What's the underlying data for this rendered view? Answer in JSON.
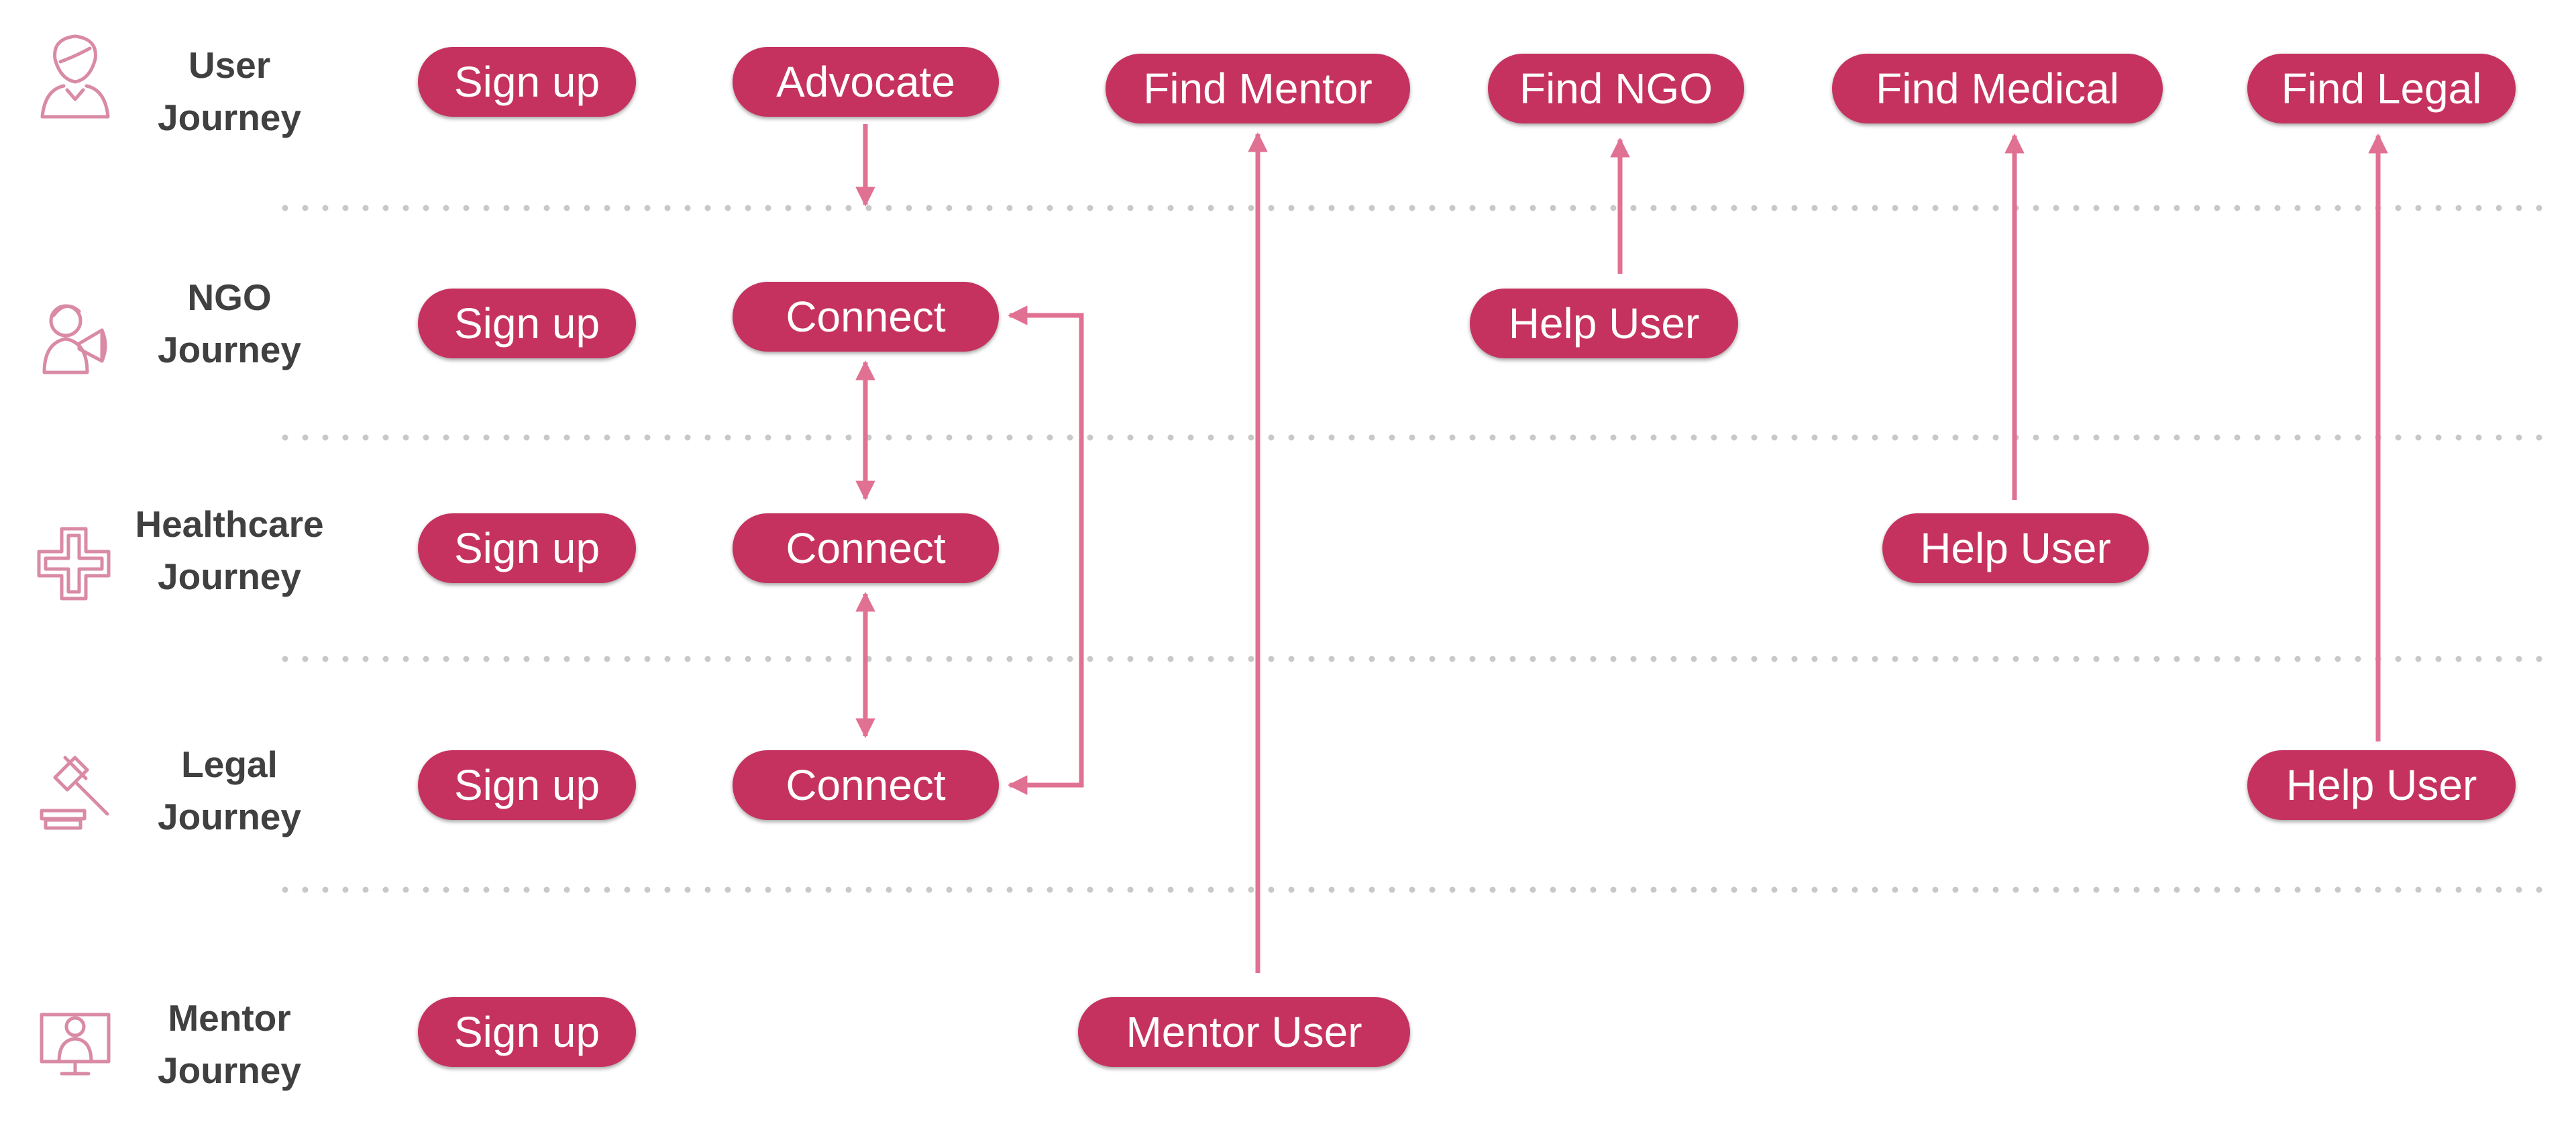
{
  "colors": {
    "pill_fill": "#c6325f",
    "pill_text": "#ffffff",
    "arrow": "#e07193",
    "divider": "#c8c8c8",
    "label_text": "#404040",
    "icon_stroke": "#d98aa5"
  },
  "roles": [
    {
      "line1": "User",
      "line2": "Journey",
      "icon": "woman-user-icon"
    },
    {
      "line1": "NGO",
      "line2": "Journey",
      "icon": "ngo-worker-megaphone-icon"
    },
    {
      "line1": "Healthcare",
      "line2": "Journey",
      "icon": "medical-cross-icon"
    },
    {
      "line1": "Legal",
      "line2": "Journey",
      "icon": "gavel-icon"
    },
    {
      "line1": "Mentor",
      "line2": "Journey",
      "icon": "mentor-screen-icon"
    }
  ],
  "steps": {
    "user_signup": "Sign up",
    "user_advocate": "Advocate",
    "user_find_mentor": "Find Mentor",
    "user_find_ngo": "Find NGO",
    "user_find_medical": "Find Medical",
    "user_find_legal": "Find Legal",
    "ngo_signup": "Sign up",
    "ngo_connect": "Connect",
    "ngo_help_user": "Help User",
    "healthcare_signup": "Sign up",
    "healthcare_connect": "Connect",
    "healthcare_help_user": "Help User",
    "legal_signup": "Sign up",
    "legal_connect": "Connect",
    "legal_help_user": "Help User",
    "mentor_signup": "Sign up",
    "mentor_mentor_user": "Mentor User"
  }
}
